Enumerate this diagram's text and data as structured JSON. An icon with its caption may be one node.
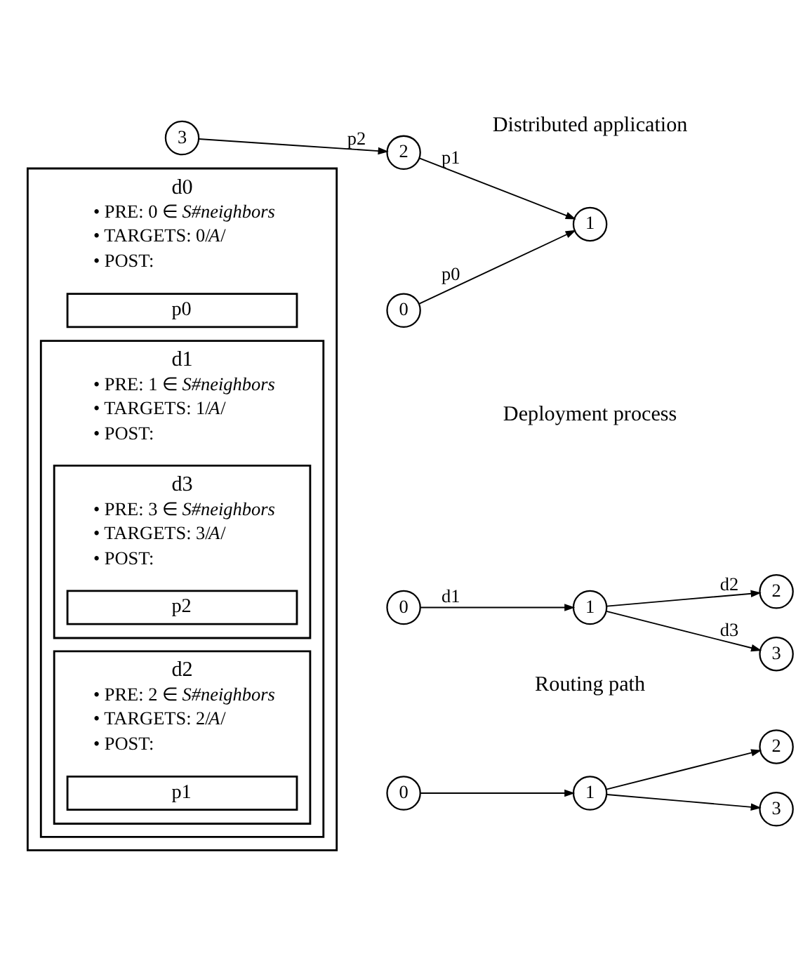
{
  "diagram": {
    "nodes": [
      {
        "text": [
          "d0",
          "• PRE: 0 ∈ *S#neighbors*",
          "• TARGETS: 0/*A*/",
          "• POST:"
        ]
      },
      {
        "text": [
          "p0"
        ],
        "in": 0
      },
      {
        "text": [
          "d1",
          "• PRE: 1 ∈ *S#neighbors*",
          "• TARGETS: 1/*A*/",
          "• POST:"
        ],
        "in": 0
      },
      {
        "text": [
          "d2",
          "• PRE: 2 ∈ *S#neighbors*",
          "• TARGETS: 2/*A*/",
          "• POST:"
        ],
        "in": 2
      },
      {
        "text": [
          "p1"
        ],
        "in": 3
      },
      {
        "text": [
          "d3",
          "• PRE: 3 ∈ *S#neighbors*",
          "• TARGETS: 3/*A*/",
          "• POST:"
        ],
        "in": 2
      },
      {
        "text": [
          "p2"
        ],
        "in": 5
      },
      {
        "text": [
          "0"
        ]
      },
      {
        "text": [
          "1"
        ]
      },
      {
        "text": [
          "2"
        ]
      },
      {
        "text": [
          "3"
        ]
      },
      {
        "text": [
          "0"
        ]
      },
      {
        "text": [
          "1"
        ]
      },
      {
        "text": [
          "2"
        ]
      },
      {
        "text": [
          "3"
        ]
      },
      {
        "text": [
          "0"
        ]
      },
      {
        "text": [
          "1"
        ]
      },
      {
        "text": [
          "2"
        ]
      },
      {
        "text": [
          "3"
        ]
      }
    ],
    "edges": [
      {
        "from": 7,
        "to": 8,
        "arrow": "to",
        "label": "p0"
      },
      {
        "from": 9,
        "to": 8,
        "arrow": "to",
        "label": "p1"
      },
      {
        "from": 10,
        "to": 9,
        "arrow": "to",
        "label": "p2"
      },
      {
        "from": 11,
        "to": 12,
        "arrow": "to"
      },
      {
        "from": 12,
        "to": 13,
        "arrow": "to"
      },
      {
        "from": 12,
        "to": 14,
        "arrow": "to"
      },
      {
        "from": 15,
        "to": 16,
        "arrow": "to",
        "label": "d1"
      },
      {
        "from": 16,
        "to": 17,
        "arrow": "to",
        "label": "d2"
      },
      {
        "from": 16,
        "to": 18,
        "arrow": "to",
        "label": "d3"
      }
    ],
    "labels": [
      "Distributed application",
      "Routing path",
      "Deployment process"
    ]
  }
}
